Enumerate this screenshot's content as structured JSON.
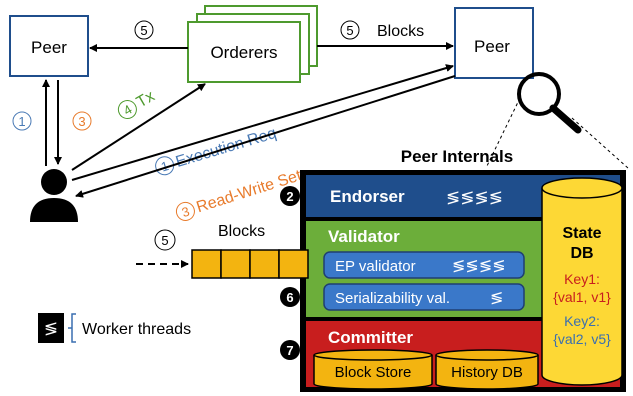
{
  "nodes": {
    "peer_left": "Peer",
    "orderers": "Orderers",
    "peer_right": "Peer"
  },
  "edges": {
    "five_a": "5",
    "five_b": "5",
    "blocks_top": "Blocks",
    "one_left": "1",
    "three_left": "3",
    "four": "4",
    "tx": "Tx",
    "one_exec": "1",
    "execution_req": "Execution Req",
    "three_rw": "3",
    "read_write_set": "Read-Write Set"
  },
  "internals": {
    "title": "Peer Internals",
    "endorser": "Endorser",
    "validator": "Validator",
    "ep_validator": "EP validator",
    "serializability": "Serializability val.",
    "committer": "Committer",
    "block_store": "Block Store",
    "history_db": "History DB",
    "state_db_line1": "State",
    "state_db_line2": "DB",
    "key1": "Key1:",
    "key1_val": "{val1, v1}",
    "key2": "Key2:",
    "key2_val": "{val2, v5}",
    "num2": "2",
    "num6": "6",
    "num7": "7"
  },
  "inputs": {
    "five_blocks": "5",
    "blocks_label": "Blocks"
  },
  "legend": {
    "worker_threads": "Worker threads",
    "worker_icon": "≶"
  },
  "thread_glyphs": {
    "endorser": "≶≶≶≶",
    "ep": "≶≶≶≶",
    "serial": "≶"
  },
  "colors": {
    "blue_num": "#4a7ab5",
    "orange": "#e87b2c",
    "green": "#4e9a2e",
    "dark_blue": "#1f4e8c",
    "validator_green": "#6cae3a",
    "committer_red": "#c81e1e",
    "state_db_yellow": "#fdd835",
    "queue_orange": "#f3b410",
    "key_red": "#c81e1e",
    "key_blue": "#3a6fb0"
  }
}
